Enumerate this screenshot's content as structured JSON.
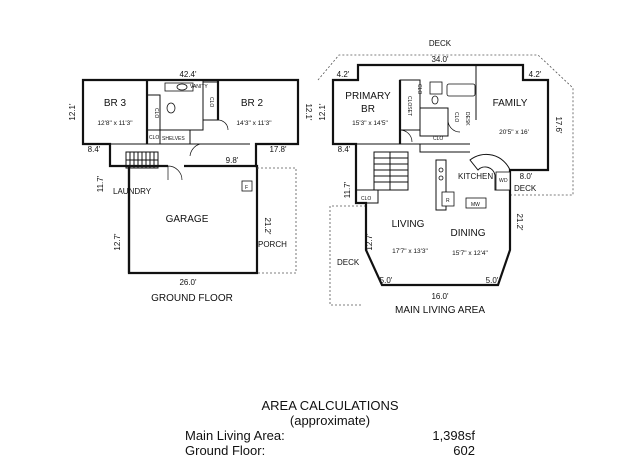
{
  "ground_floor": {
    "caption": "GROUND FLOOR",
    "rooms": {
      "br3": "BR 3",
      "br3_size": "12'8\" x 11'3\"",
      "br2": "BR 2",
      "br2_size": "14'3\" x 11'3\"",
      "laundry": "LAUNDRY",
      "garage": "GARAGE",
      "porch": "PORCH",
      "vanity": "VANITY",
      "clo_a": "CLO",
      "clo_b": "CLO",
      "clo_c": "CLO",
      "shelves": "SHELVES",
      "f_box": "F"
    },
    "dims": {
      "top": "42.4'",
      "left_upper": "12.1'",
      "right_upper": "12.1'",
      "step_left": "8.4'",
      "step_right": "17.8'",
      "mid": "9.8'",
      "laundry_h": "11.7'",
      "garage_left": "12.7'",
      "garage_right": "21.2'",
      "bottom": "26.0'"
    }
  },
  "main_floor": {
    "caption": "MAIN LIVING AREA",
    "rooms": {
      "deck_top": "DECK",
      "primary_l1": "PRIMARY",
      "primary_l2": "BR",
      "primary_size": "15'3\" x 14'5\"",
      "family": "FAMILY",
      "family_size": "20'5\" x 16'",
      "kitchen": "KITCHEN",
      "living": "LIVING",
      "living_size": "17'7\" x 13'3\"",
      "dining": "DINING",
      "dining_size": "15'7\" x 12'4\"",
      "deck_left": "DECK",
      "deck_right": "DECK",
      "closet_a": "CLOSET",
      "clo_a": "CLO",
      "clo_b": "CLO",
      "clo_c": "CLO",
      "clo_d": "CLO",
      "desk": "DESK",
      "r_box": "R",
      "mw": "MW",
      "w_box": "W",
      "d_box": "D"
    },
    "dims": {
      "top": "34.0'",
      "top_left": "4.2'",
      "top_right": "4.2'",
      "left_upper": "12.1'",
      "right_upper": "17.6'",
      "step_left": "8.4'",
      "step_right": "8.0'",
      "mid_left": "11.7'",
      "lower_left": "12.7'",
      "lower_right": "21.2'",
      "bottom_left": "5.0'",
      "bottom": "16.0'",
      "bottom_right": "5.0'"
    }
  },
  "area": {
    "title": "AREA CALCULATIONS",
    "subtitle": "(approximate)",
    "rows": [
      {
        "label": "Main Living Area:",
        "value": "1,398sf"
      },
      {
        "label": "Ground Floor:",
        "value": "602"
      }
    ]
  }
}
